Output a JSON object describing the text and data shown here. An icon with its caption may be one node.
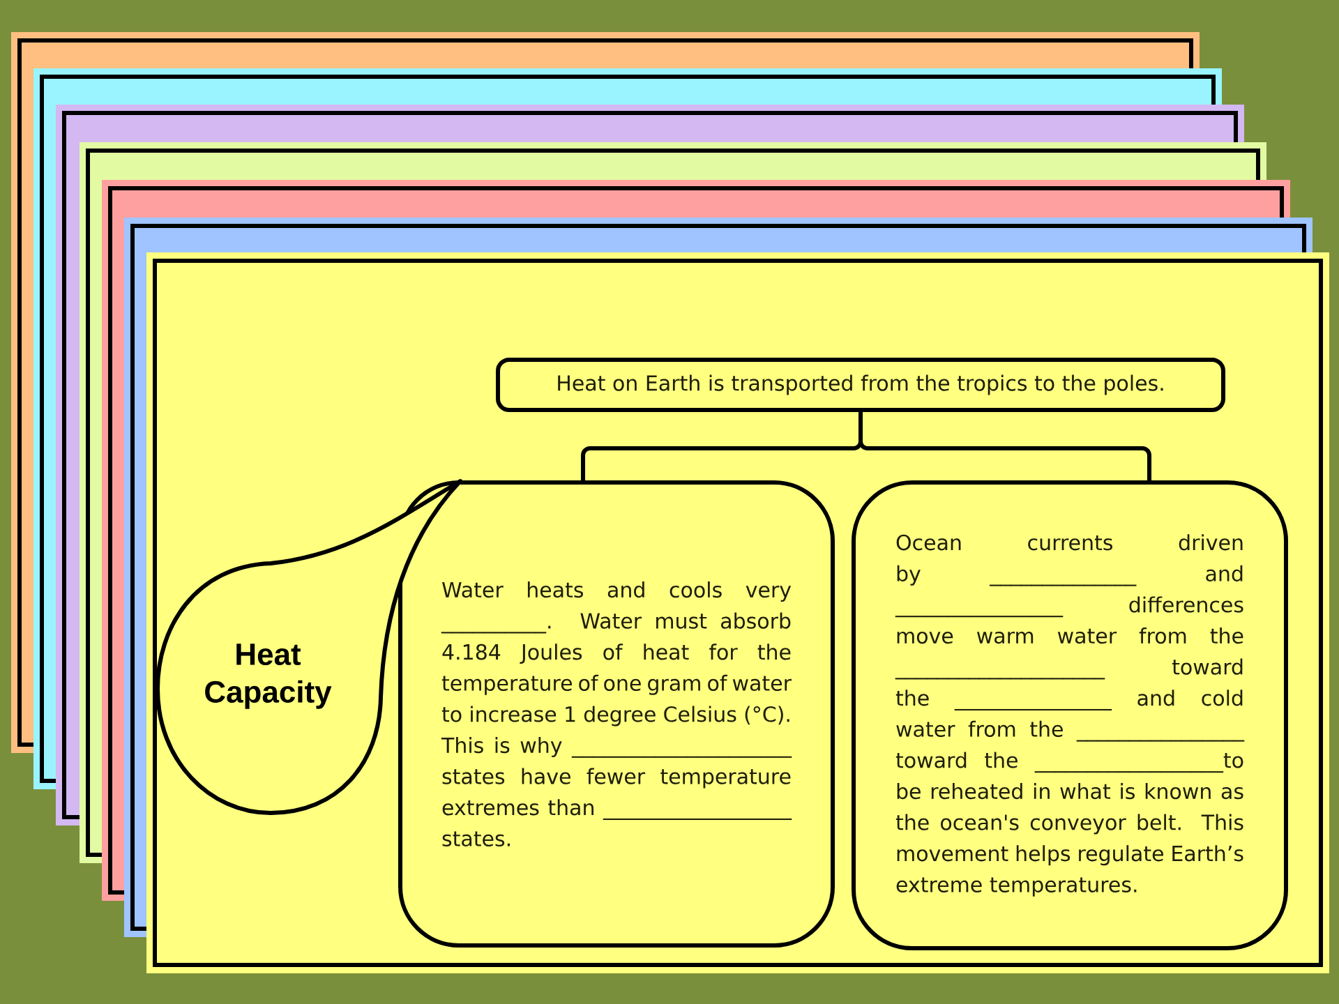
{
  "diagram": {
    "nodes": [
      {
        "text": [
          "Heat on Earth is transported from the tropics to the poles."
        ]
      },
      {
        "text": [
          "Heat Capacity"
        ]
      },
      {
        "text": [
          "Water heats and cools very __________. Water must absorb 4.184 Joules of heat for the temperature of one gram of water to increase 1 degree Celsius (°C). This is why _____________________ states have fewer temperature extremes than __________________ states."
        ]
      },
      {
        "text": [
          "Ocean currents driven by ______________ and ________________ differences move warm water from the ____________________ toward the _______________ and cold water from the ________________ toward the __________________to be reheated in what is known as the ocean's conveyor belt. This movement helps regulate Earth’s extreme temperatures."
        ]
      }
    ],
    "edges": [
      {
        "from": 0,
        "to": 2,
        "arrow": "none"
      },
      {
        "from": 0,
        "to": 3,
        "arrow": "none"
      }
    ]
  }
}
